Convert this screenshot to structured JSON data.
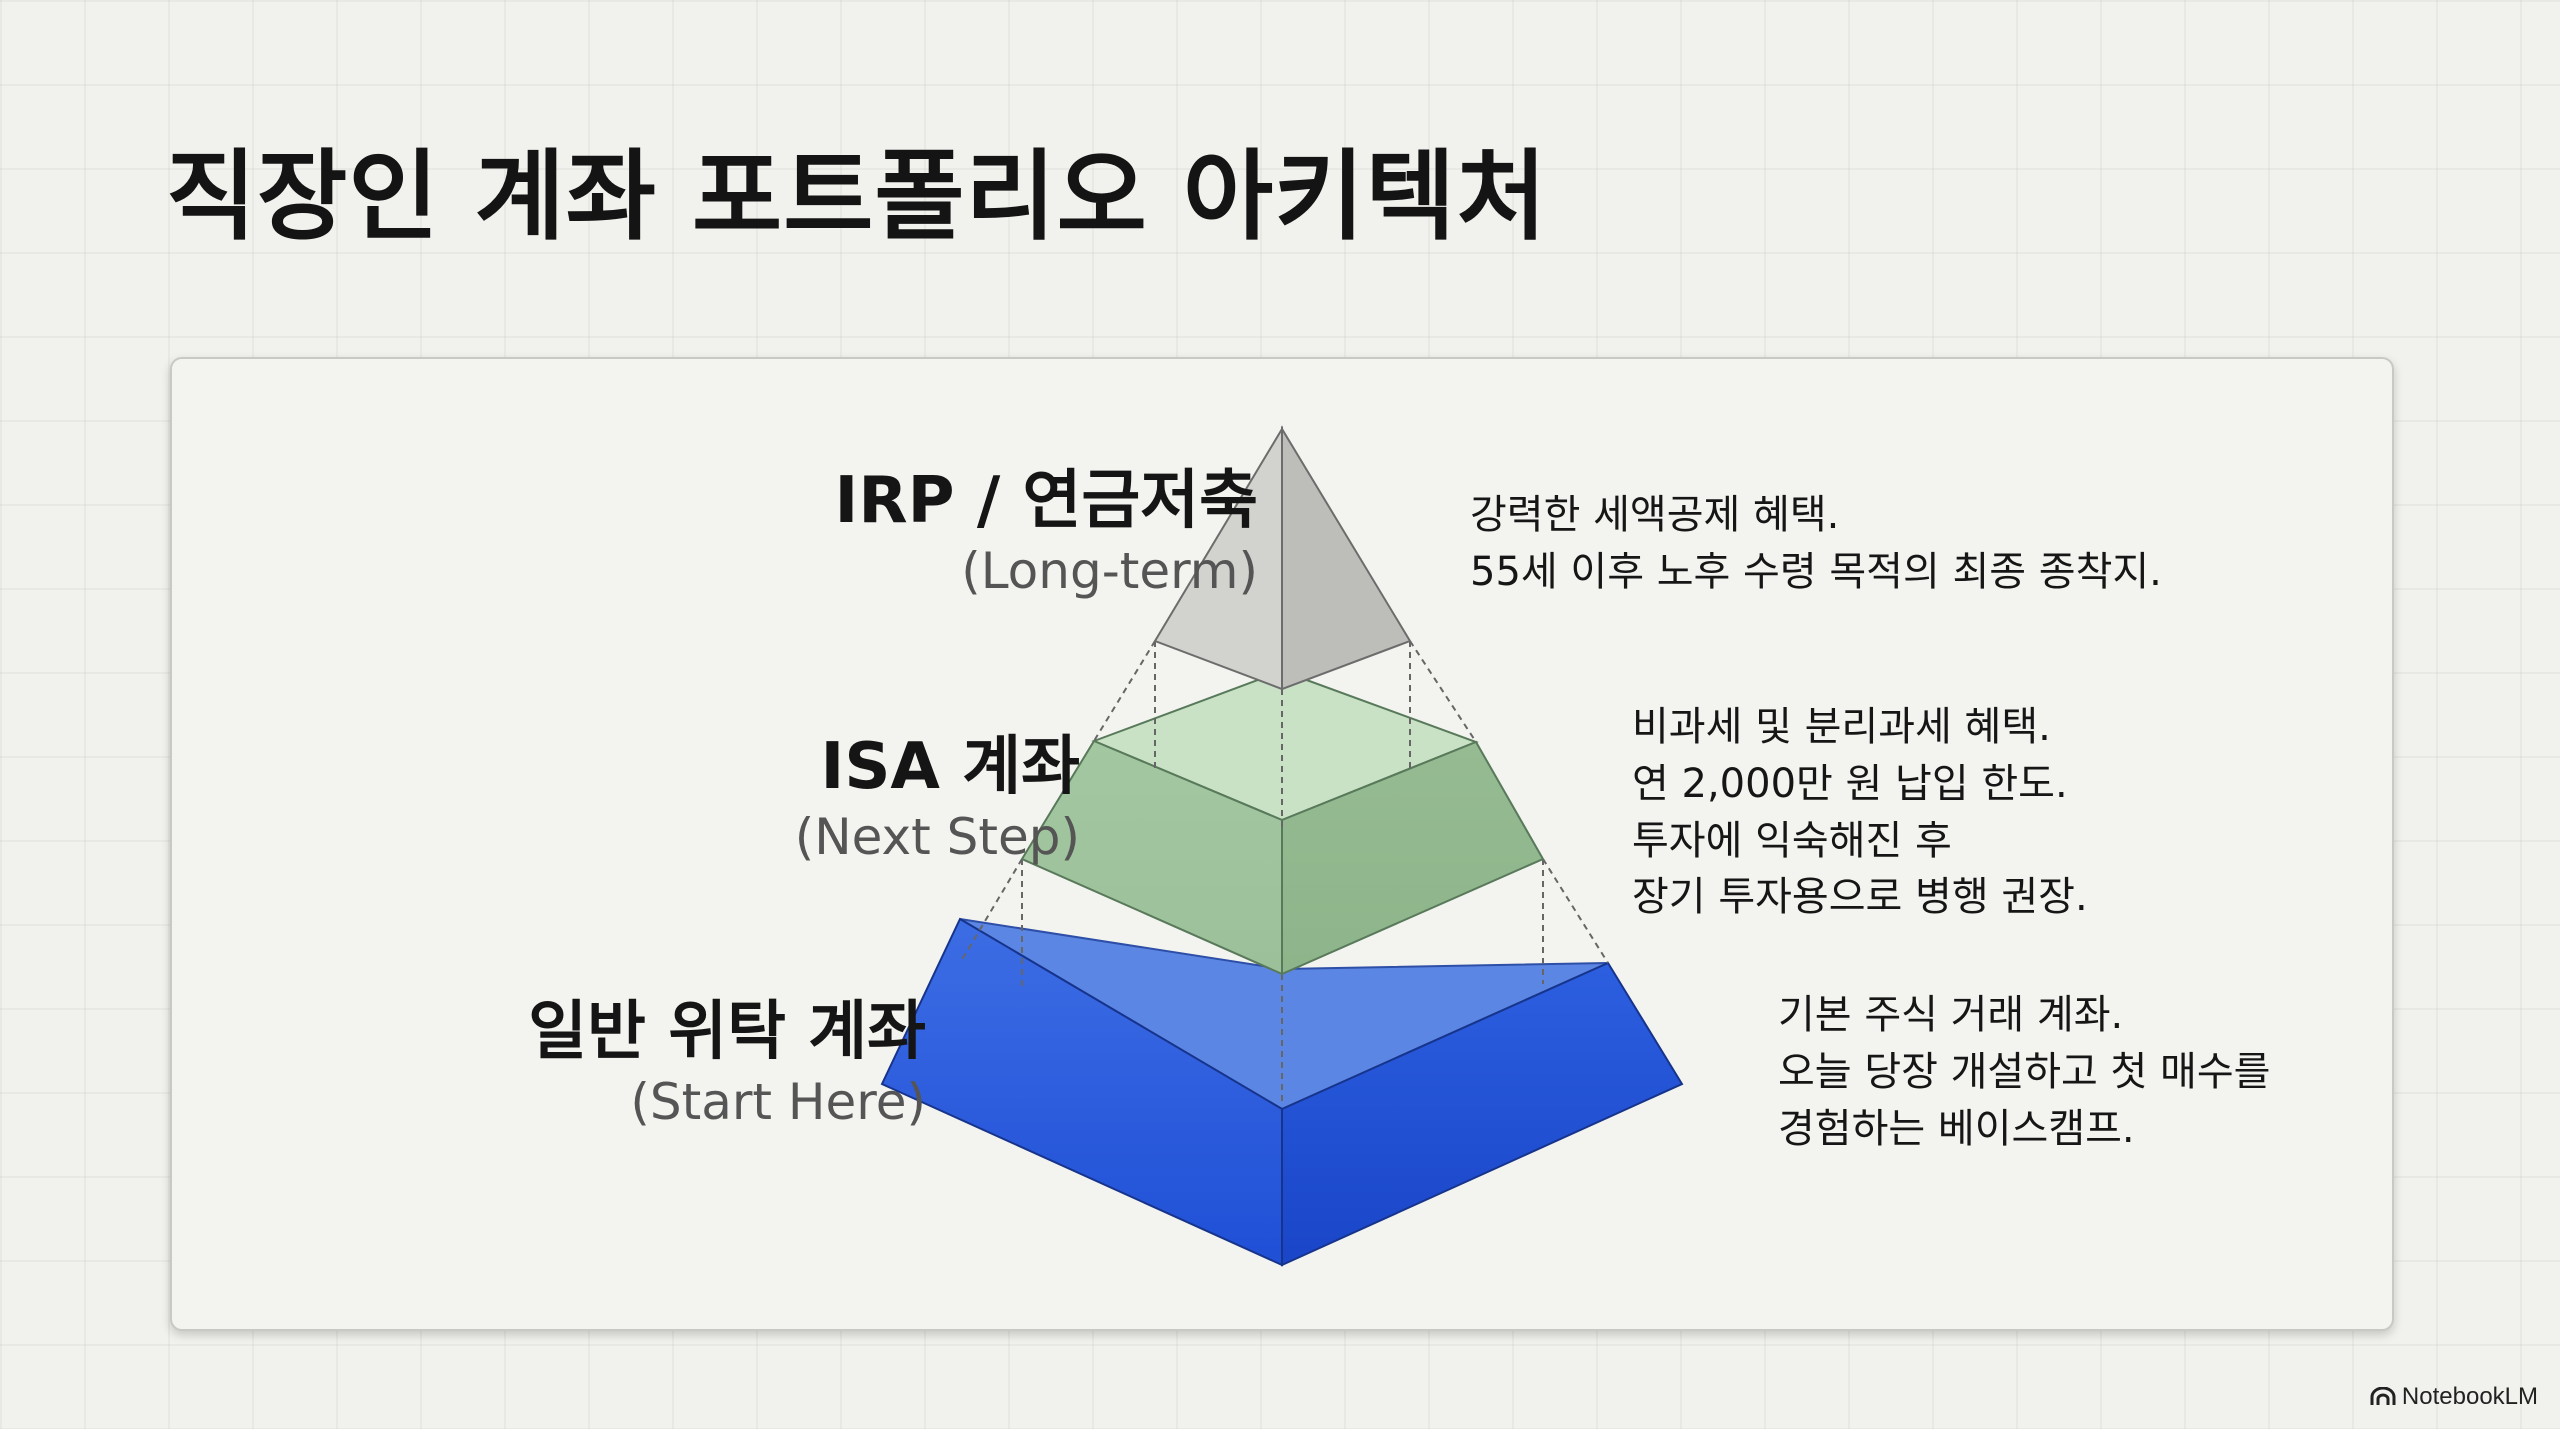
{
  "title": "직장인 계좌 포트폴리오 아키텍처",
  "tiers": [
    {
      "name": "IRP / 연금저축",
      "sub": "(Long-term)",
      "desc": [
        "강력한 세액공제 혜택.",
        "55세 이후 노후 수령 목적의 최종 종착지."
      ],
      "color": "#cfcfcb"
    },
    {
      "name": "ISA 계좌",
      "sub": "(Next Step)",
      "desc": [
        "비과세 및 분리과세 혜택.",
        "연 2,000만 원 납입 한도.",
        "투자에 익숙해진 후",
        "장기 투자용으로 병행 권장."
      ],
      "color": "#a9cca6"
    },
    {
      "name": "일반 위탁 계좌",
      "sub": "(Start Here)",
      "desc": [
        "기본 주식 거래 계좌.",
        "오늘 당장 개설하고 첫 매수를",
        "경험하는 베이스캠프."
      ],
      "color": "#2a59dc"
    }
  ],
  "brand": {
    "name": "NotebookLM",
    "icon": "notebooklm-logo-icon"
  }
}
